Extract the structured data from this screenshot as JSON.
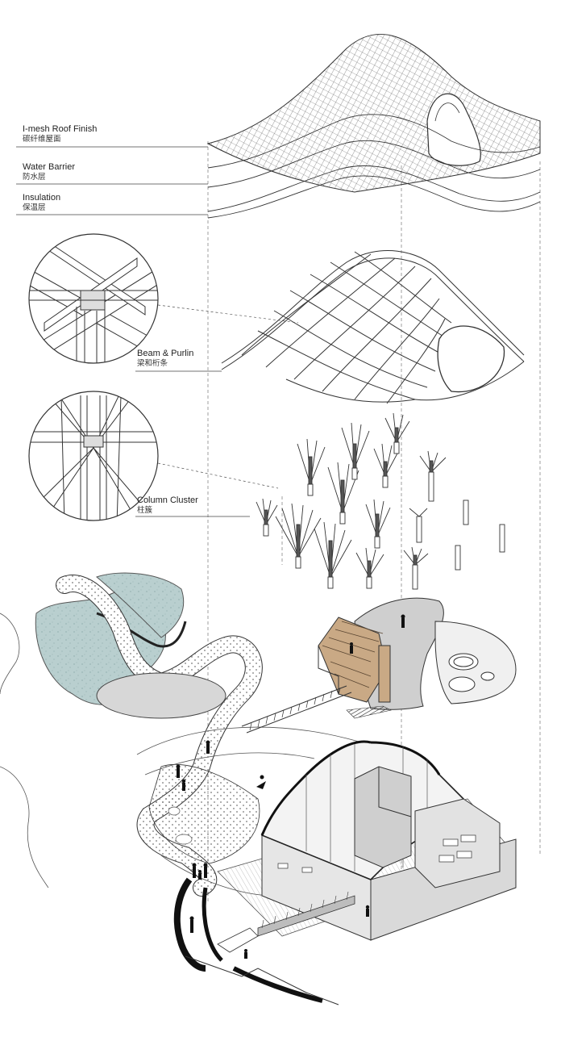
{
  "layers": [
    {
      "en": "I-mesh Roof Finish",
      "cn": "碳纤维屋面"
    },
    {
      "en": "Water Barrier",
      "cn": "防水层"
    },
    {
      "en": "Insulation",
      "cn": "保温层"
    },
    {
      "en": "Beam & Purlin",
      "cn": "梁和桁条"
    },
    {
      "en": "Column Cluster",
      "cn": "柱簇"
    }
  ],
  "colors": {
    "line": "#333333",
    "wood": "#c9a985",
    "water": "#b9cfcf",
    "concrete": "#bdbdbd",
    "glass": "#e6e6e6"
  }
}
